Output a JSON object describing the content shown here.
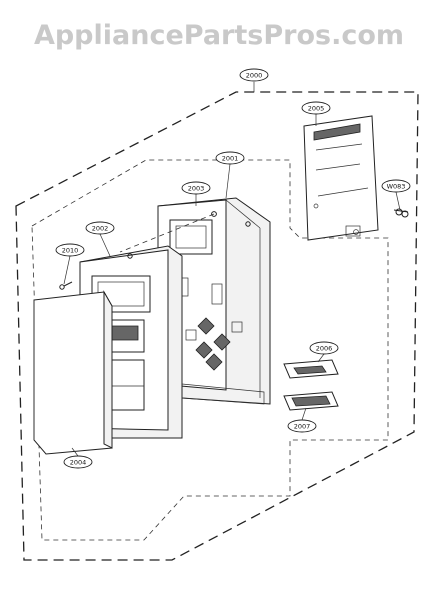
{
  "watermark": "AppliancePartsPros.com",
  "parts": {
    "assembly": "2000",
    "frame": "2001",
    "panel": "2002",
    "bracket": "2003",
    "door_cover": "2004",
    "pcb": "2005",
    "part_2006": "2006",
    "part_2007": "2007",
    "screw": "2010",
    "screw_set": "W083"
  }
}
